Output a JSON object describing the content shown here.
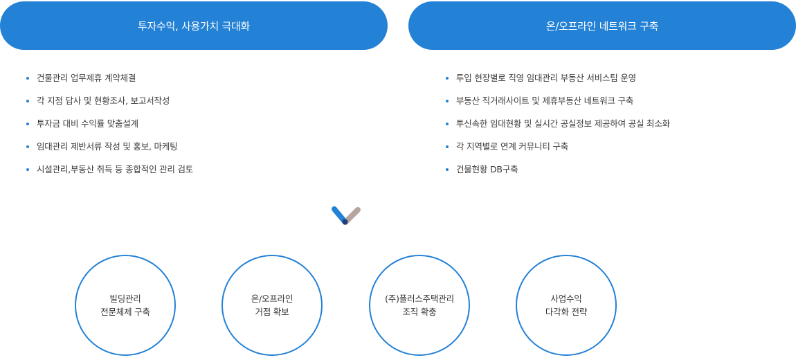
{
  "header": {
    "left_title": "투자수익, 사용가치 극대화",
    "right_title": "온/오프라인 네트워크 구축"
  },
  "left_list": [
    "건물관리 업무제휴 계약체결",
    "각 지점 답사 및 현황조사, 보고서작성",
    "투자금 대비 수익률 맞춤설계",
    "임대관리 제반서류 작성 및 홍보, 마케팅",
    "시설관리,부동산 취득 등 종합적인 관리 검토"
  ],
  "right_list": [
    "투입 현장별로 직영 임대관리 부동산 서비스팀 운영",
    "부동산 직거래사이트 및 제휴부동산 네트워크 구축",
    "투신속한 임대현황 및 실시간 공실정보 제공하여 공실 최소화",
    "각 지역별로 연계 커뮤니티 구축",
    "건물현황 DB구축"
  ],
  "circles": [
    {
      "line1": "빌딩관리",
      "line2": "전문체제 구축"
    },
    {
      "line1": "온/오프라인",
      "line2": "거점 확보"
    },
    {
      "line1": "(주)플러스주택관리",
      "line2": "조직 확충"
    },
    {
      "line1": "사업수익",
      "line2": "다각화 전략"
    }
  ],
  "colors": {
    "accent": "#2381d6",
    "check_left": "#2381d6",
    "check_right": "#b5a49f",
    "check_center": "#1d3f7a"
  },
  "icons": {
    "divider": "check-mark-icon"
  }
}
